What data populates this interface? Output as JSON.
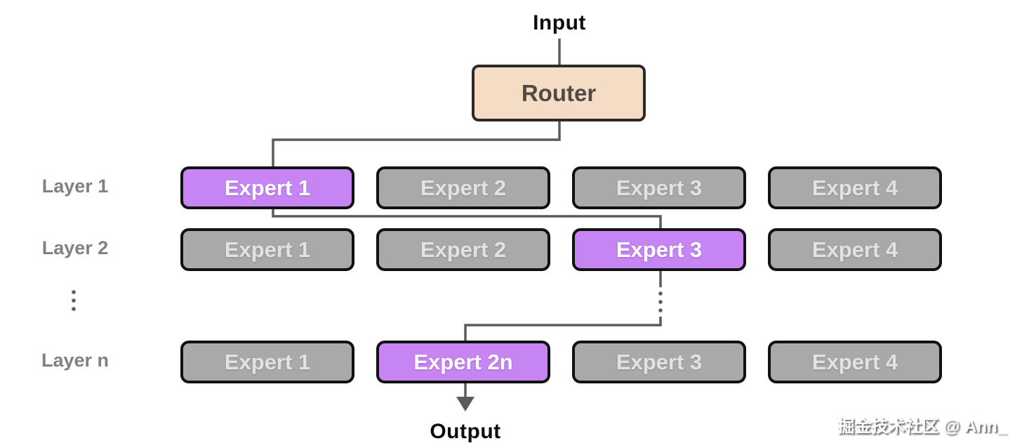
{
  "diagram": {
    "input_label": "Input",
    "router_label": "Router",
    "output_label": "Output",
    "layers": [
      {
        "label": "Layer 1",
        "experts": [
          {
            "label": "Expert 1",
            "active": true
          },
          {
            "label": "Expert 2",
            "active": false
          },
          {
            "label": "Expert 3",
            "active": false
          },
          {
            "label": "Expert 4",
            "active": false
          }
        ]
      },
      {
        "label": "Layer 2",
        "experts": [
          {
            "label": "Expert 1",
            "active": false
          },
          {
            "label": "Expert 2",
            "active": false
          },
          {
            "label": "Expert 3",
            "active": true
          },
          {
            "label": "Expert 4",
            "active": false
          }
        ]
      },
      {
        "label": "Layer n",
        "experts": [
          {
            "label": "Expert 1",
            "active": false
          },
          {
            "label": "Expert 2n",
            "active": true
          },
          {
            "label": "Expert 3",
            "active": false
          },
          {
            "label": "Expert 4",
            "active": false
          }
        ]
      }
    ],
    "icons": {
      "layers_ellipsis": "vertical-dots",
      "route_ellipsis": "vertical-dots",
      "output_arrow": "arrow-down"
    }
  },
  "watermark": "掘金技术社区 @ Ann_",
  "colors": {
    "router_fill": "#F5DCC4",
    "router_border": "#2E2A26",
    "active_fill": "#C685F3",
    "active_text": "#FFFFFF",
    "inactive_fill": "#A9A9A9",
    "inactive_text": "#E2E2E2",
    "box_border": "#111111",
    "connector": "#5B5B5B",
    "connector_dot": "#5d5d5d",
    "layer_label": "#818181"
  }
}
